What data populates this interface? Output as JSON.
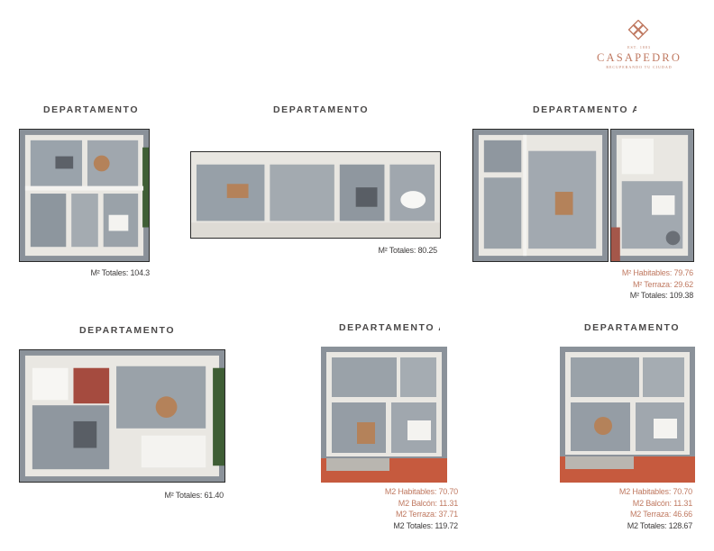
{
  "brand": {
    "name": "CASAPEDRO",
    "est": "EST. 1883",
    "tagline": "RECUPERANDO TU CIUDAD",
    "color": "#c07a62"
  },
  "units": [
    {
      "title": "DEPARTAMENTO",
      "stats": [
        {
          "label": "M² Totales:",
          "value": "104.3",
          "tone": "dark"
        }
      ]
    },
    {
      "title": "DEPARTAMENTO",
      "stats": [
        {
          "label": "M² Totales:",
          "value": "80.25",
          "tone": "dark"
        }
      ]
    },
    {
      "title": "DEPARTAMENTO AR",
      "stats": [
        {
          "label": "M² Habitables:",
          "value": "79.76",
          "tone": "accent"
        },
        {
          "label": "M² Terraza:",
          "value": "29.62",
          "tone": "accent"
        },
        {
          "label": "M² Totales:",
          "value": "109.38",
          "tone": "dark"
        }
      ]
    },
    {
      "title": "DEPARTAMENTO",
      "stats": [
        {
          "label": "M² Totales:",
          "value": "61.40",
          "tone": "dark"
        }
      ]
    },
    {
      "title": "DEPARTAMENTO AI",
      "stats": [
        {
          "label": "M2 Habitables:",
          "value": "70.70",
          "tone": "accent"
        },
        {
          "label": "M2 Balcón:",
          "value": "11.31",
          "tone": "accent"
        },
        {
          "label": "M2 Terraza:",
          "value": "37.71",
          "tone": "accent"
        },
        {
          "label": "M2 Totales:",
          "value": "119.72",
          "tone": "dark"
        }
      ]
    },
    {
      "title": "DEPARTAMENTO",
      "stats": [
        {
          "label": "M2 Habitables:",
          "value": "70.70",
          "tone": "accent"
        },
        {
          "label": "M2 Balcón:",
          "value": "11.31",
          "tone": "accent"
        },
        {
          "label": "M2 Terraza:",
          "value": "46.66",
          "tone": "accent"
        },
        {
          "label": "M2 Totales:",
          "value": "128.67",
          "tone": "dark"
        }
      ]
    }
  ]
}
